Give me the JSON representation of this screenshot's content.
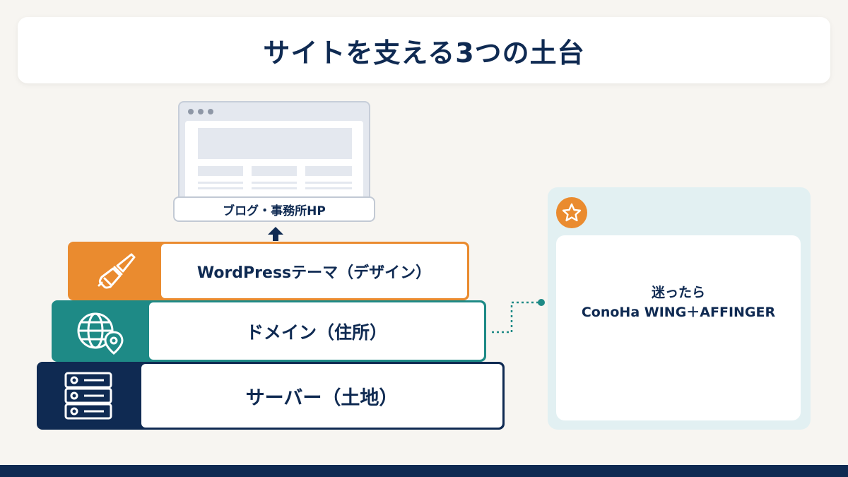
{
  "title": "サイトを支える3つの土台",
  "browser": {
    "label": "ブログ・事務所HP"
  },
  "layers": [
    {
      "label": "WordPressテーマ（デザイン）",
      "icon": "paintbrush-icon",
      "color": "#ea8b2f"
    },
    {
      "label": "ドメイン（住所）",
      "icon": "globe-location-icon",
      "color": "#1e8a86"
    },
    {
      "label": "サーバー（土地）",
      "icon": "server-rack-icon",
      "color": "#0f2a52"
    }
  ],
  "recommendation": {
    "icon": "star-icon",
    "line1": "迷ったら",
    "line2": "ConoHa WING＋AFFINGER"
  },
  "colors": {
    "navy": "#0f2a52",
    "orange": "#ea8b2f",
    "teal": "#1e8a86",
    "background": "#f7f5f1"
  }
}
